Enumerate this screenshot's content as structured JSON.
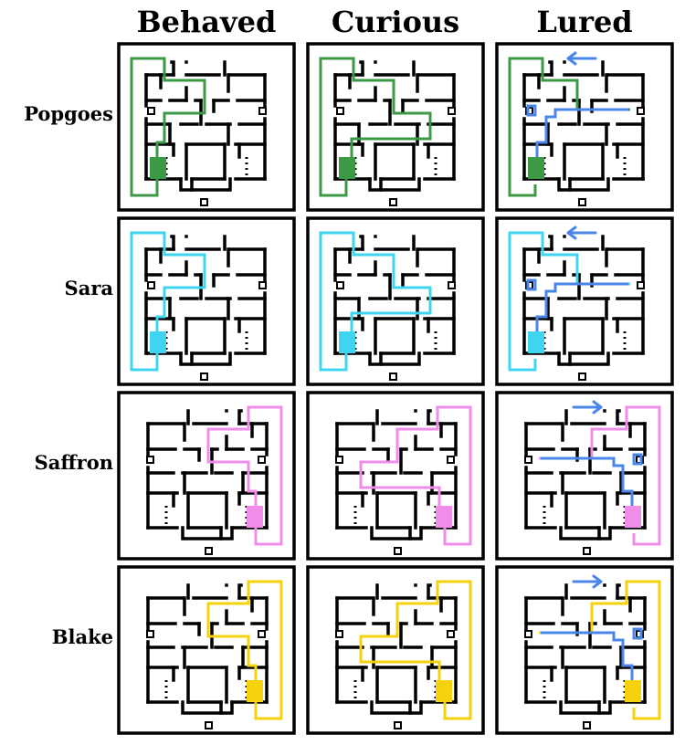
{
  "columns": [
    "Behaved",
    "Curious",
    "Lured"
  ],
  "rows": [
    {
      "name": "Popgoes",
      "color": "#3c9a46",
      "side": "left"
    },
    {
      "name": "Sara",
      "color": "#3fd5f0",
      "side": "left"
    },
    {
      "name": "Saffron",
      "color": "#f08de8",
      "side": "right"
    },
    {
      "name": "Blake",
      "color": "#f5d20c",
      "side": "right"
    }
  ],
  "lure_color": "#4a86e8",
  "arrow_icons": {
    "left": "arrow-left-icon",
    "right": "arrow-right-icon"
  }
}
